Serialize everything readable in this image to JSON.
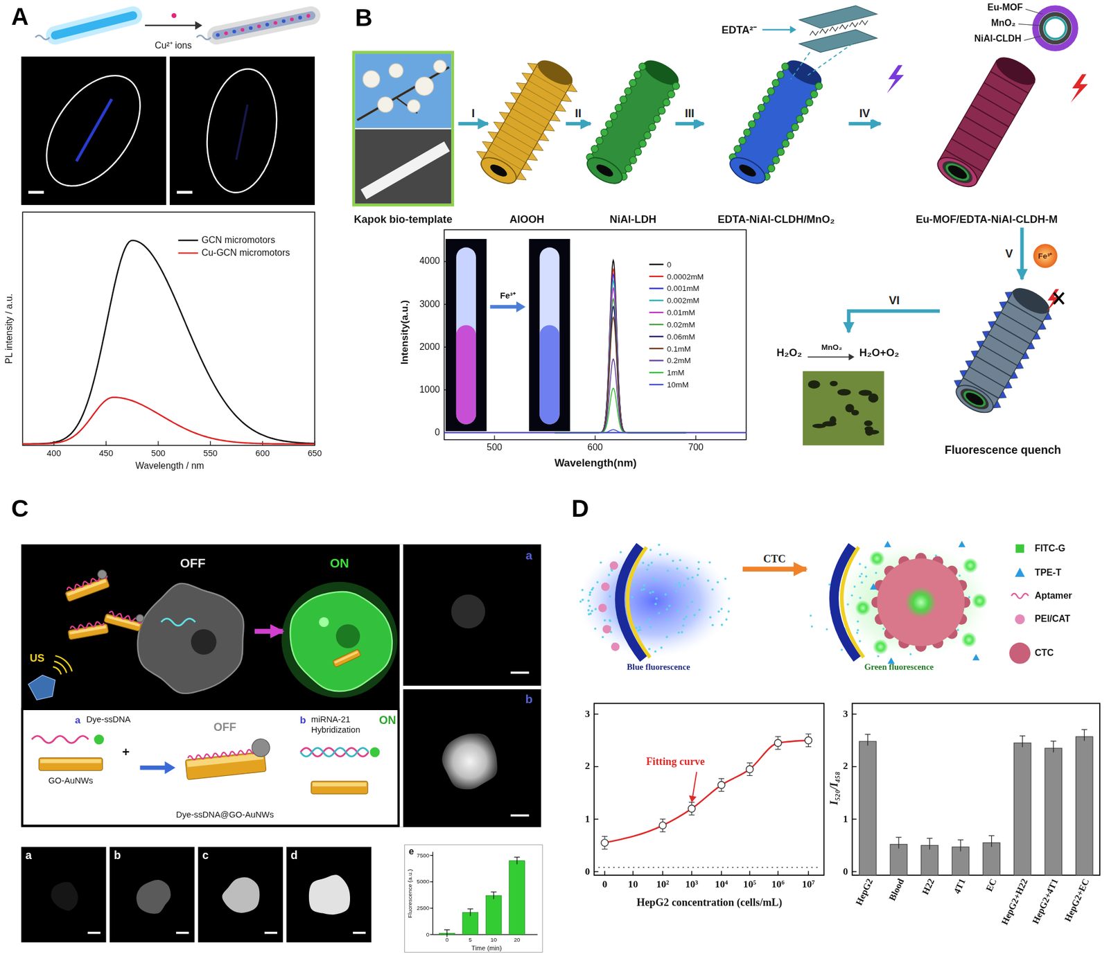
{
  "diagram": {
    "nodes": [
      {
        "text": [
          "A"
        ]
      },
      {
        "text": [
          "B"
        ]
      },
      {
        "text": [
          "Kapok bio-template"
        ],
        "in": 1
      },
      {
        "text": [
          "AlOOH"
        ],
        "in": 1
      },
      {
        "text": [
          "NiAl-LDH"
        ],
        "in": 1
      },
      {
        "text": [
          "EDTA-NiAl-CLDH/MnO₂"
        ],
        "in": 1
      },
      {
        "text": [
          "Eu-MOF/EDTA-NiAl-CLDH-M"
        ],
        "in": 1
      },
      {
        "text": [
          "Fluorescence quench"
        ],
        "in": 1
      },
      {
        "text": [
          "H₂O₂",
          "MnO₂",
          "H₂O+O₂"
        ],
        "in": 1
      },
      {
        "text": [
          "C"
        ]
      },
      {
        "text": [
          "OFF"
        ],
        "in": 9
      },
      {
        "text": [
          "ON"
        ],
        "in": 9
      },
      {
        "text": [
          "D"
        ]
      },
      {
        "text": [
          "Blue fluorescence"
        ],
        "in": 12
      },
      {
        "text": [
          "Green fluorescence"
        ],
        "in": 12
      }
    ],
    "edges": [
      {
        "from": 2,
        "to": 3,
        "label": "I",
        "arrow": "to"
      },
      {
        "from": 3,
        "to": 4,
        "label": "II",
        "arrow": "to"
      },
      {
        "from": 4,
        "to": 5,
        "label": "III",
        "arrow": "to"
      },
      {
        "from": 5,
        "to": 6,
        "label": "IV",
        "arrow": "to"
      },
      {
        "from": 6,
        "to": 7,
        "label": "V",
        "arrow": "to"
      },
      {
        "from": 7,
        "to": 8,
        "label": "VI",
        "arrow": "to"
      },
      {
        "from": 10,
        "to": 11,
        "arrow": "to"
      },
      {
        "from": 13,
        "to": 14,
        "label": "CTC",
        "arrow": "to"
      }
    ],
    "labels": [
      "Cu²⁺ ions",
      "PL intensity / a.u.",
      "400",
      "450",
      "500",
      "550",
      "600",
      "650",
      "Wavelength / nm",
      "EDTA²⁻",
      "Eu-MOF",
      "MnO₂",
      "NiAl-CLDH",
      "Fe³⁺",
      "Intensity(a.u.)",
      "0",
      "1000",
      "2000",
      "3000",
      "4000",
      "500",
      "600",
      "700",
      "Wavelength(nm)",
      "Fe³⁺",
      "US",
      "a",
      "b",
      "a",
      "Dye-ssDNA",
      "+",
      "GO-AuNWs",
      "OFF",
      "Dye-ssDNA@GO-AuNWs",
      "b",
      "miRNA-21 Hybridization",
      "ON",
      "a",
      "b",
      "c",
      "d",
      "e",
      "Fluorescence (a.u.)",
      "0",
      "2500",
      "5000",
      "7500",
      "0",
      "5",
      "10",
      "20",
      "Time (min)",
      "Fitting curve",
      "0",
      "1",
      "2",
      "3",
      "0",
      "10",
      "10²",
      "10³",
      "10⁴",
      "10⁵",
      "10⁶",
      "10⁷",
      "HepG2 concentration (cells/mL)",
      "I₅₂₀/I₄₅₈",
      "0",
      "1",
      "2",
      "3",
      "HepG2",
      "Blood",
      "H22",
      "4T1",
      "EC",
      "HepG2+H22",
      "HepG2+4T1",
      "HepG2+EC"
    ],
    "legend": [
      {
        "text": "GCN micromotors"
      },
      {
        "text": "Cu-GCN micromotors"
      },
      {
        "text": "0"
      },
      {
        "text": "0.0002mM"
      },
      {
        "text": "0.001mM"
      },
      {
        "text": "0.002mM"
      },
      {
        "text": "0.01mM"
      },
      {
        "text": "0.02mM"
      },
      {
        "text": "0.06mM"
      },
      {
        "text": "0.1mM"
      },
      {
        "text": "0.2mM"
      },
      {
        "text": "1mM"
      },
      {
        "text": "10mM"
      },
      {
        "text": "FITC-G",
        "color": "#3cc83c"
      },
      {
        "text": "TPE-T"
      },
      {
        "text": "Aptamer"
      },
      {
        "text": "PEI/CAT"
      },
      {
        "text": "CTC"
      }
    ]
  }
}
